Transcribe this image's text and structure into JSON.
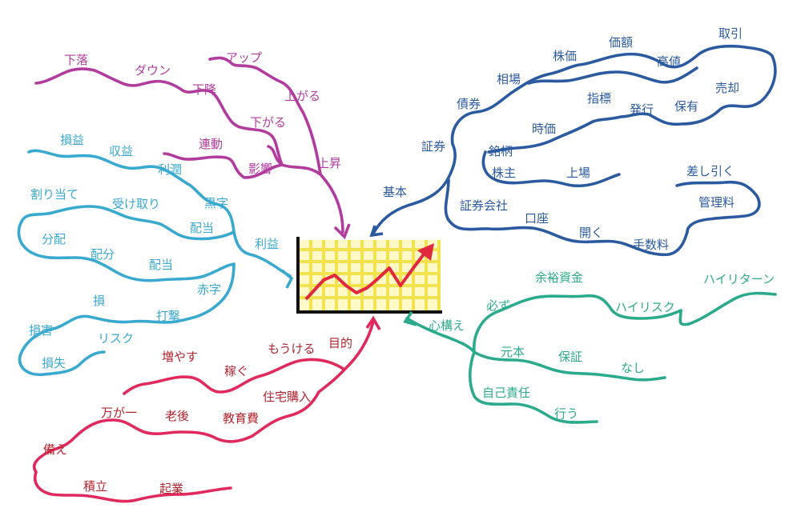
{
  "colors": {
    "purple": "#b13c9e",
    "blue": "#2c5aa0",
    "cyan": "#3aa9cf",
    "teal": "#2cab8c",
    "pink": "#e02a5e",
    "grid": "#f1e24e",
    "chart_line": "#e0293f"
  },
  "branches": {
    "purple": {
      "upper": [
        "下落",
        "ダウン",
        "下降",
        "下がる"
      ],
      "upper_right": [
        "アップ",
        "上がる"
      ],
      "lower": [
        "連動",
        "影響"
      ],
      "hub": "上昇"
    },
    "blue": {
      "hub": "基本",
      "securities": "証券",
      "securities_terms": [
        "債券",
        "相場",
        "株価",
        "価額",
        "高値",
        "取引",
        "売却",
        "保有",
        "発行",
        "指標",
        "時価",
        "銘柄"
      ],
      "shares": [
        "株主",
        "上場"
      ],
      "company": [
        "証券会社",
        "口座",
        "開く",
        "手数料"
      ],
      "fees": [
        "差し引く",
        "管理料"
      ]
    },
    "cyan": {
      "hub": "利益",
      "profit_terms": [
        "損益",
        "収益",
        "利潤",
        "黒字"
      ],
      "dividend_terms": [
        "割り当て",
        "受け取り",
        "配当"
      ],
      "distribution_terms": [
        "分配",
        "配分",
        "配当"
      ],
      "loss_terms": [
        "赤字",
        "打撃",
        "損",
        "損害",
        "リスク",
        "損失"
      ]
    },
    "teal": {
      "hub": "心構え",
      "must_terms": [
        "必ず",
        "余裕資金",
        "ハイリスク",
        "ハイリターン"
      ],
      "principal_terms": [
        "元本",
        "保証",
        "なし"
      ],
      "responsibility_terms": [
        "自己責任",
        "行う"
      ]
    },
    "pink": {
      "hub": "目的",
      "earn_terms": [
        "増やす",
        "稼ぐ",
        "もうける"
      ],
      "housing_terms": [
        "老後",
        "教育費",
        "住宅購入"
      ],
      "prepare_terms": [
        "備え",
        "万が一"
      ],
      "save_terms": [
        "積立",
        "起業"
      ]
    }
  }
}
